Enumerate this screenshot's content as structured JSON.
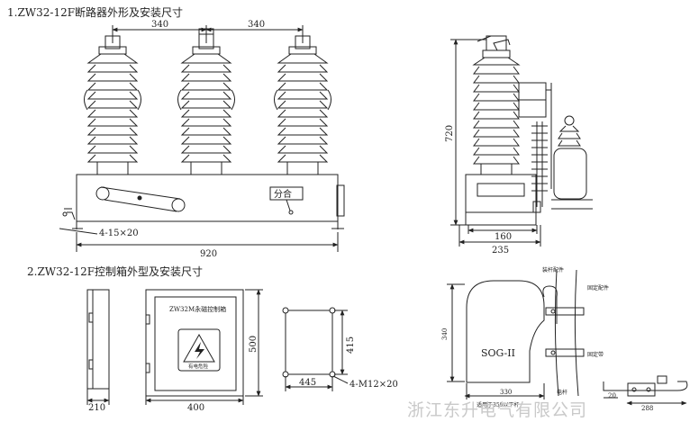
{
  "section1": {
    "title": "1.ZW32-12F断路器外形及安装尺寸"
  },
  "section2": {
    "title": "2.ZW32-12F控制箱外型及安装尺寸"
  },
  "front_view": {
    "dim_top_left": "340",
    "dim_top_right": "340",
    "hole_label": "4-15×20",
    "width": "920",
    "switch_label": "分合"
  },
  "side_view": {
    "height": "720",
    "dim_inner": "160",
    "dim_outer": "235"
  },
  "control_box": {
    "side_width": "210",
    "front_width": "400",
    "front_height": "500",
    "panel_title": "ZW32M永磁控制箱",
    "warning_text": "有电危险",
    "mount_height": "415",
    "mount_width": "445",
    "mount_holes": "4-M12×20"
  },
  "sog": {
    "height": "340",
    "label": "SOG-II",
    "width": "330",
    "note": "适用于350以下杆",
    "pole_label": "电杆",
    "bracket_label": "装杆配件",
    "fix_label_1": "固定配件",
    "fix_label_2": "固定带"
  },
  "bracket": {
    "dim_a": "20",
    "dim_b": "288"
  },
  "watermark": "浙江东升电气有限公司"
}
